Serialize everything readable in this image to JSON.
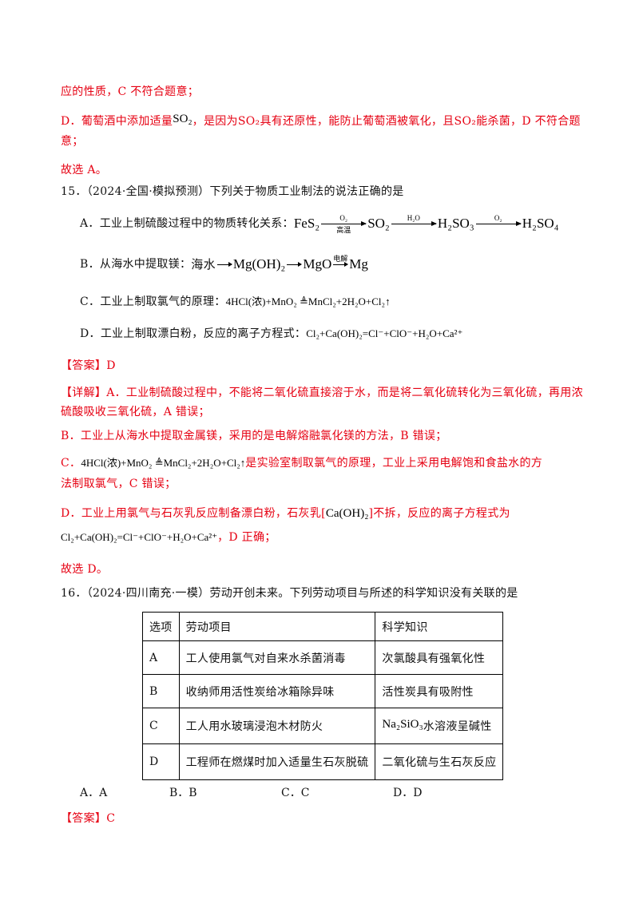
{
  "colors": {
    "answer_red": "#e60012",
    "text": "#111111",
    "border": "#000000"
  },
  "prev_explanation": {
    "line1": "应的性质，C 不符合题意；",
    "line2_a": "D．葡萄酒中添加适量",
    "line2_f1": "SO₂",
    "line2_b": "，是因为",
    "line2_f2": "SO₂",
    "line2_c": "具有还原性，能防止葡萄酒被氧化，且",
    "line2_f3": "SO₂",
    "line2_d": "能杀菌，D 不符合题",
    "line3": "意；",
    "conclusion": "故选 A。"
  },
  "q15": {
    "stem": "15．（2024·全国·模拟预测）下列关于物质工业制法的说法正确的是",
    "option_a": {
      "label": "A．工业上制硫酸过程中的物质转化关系：",
      "s1": "FeS₂",
      "a1_above": "O₂",
      "a1_below": "高温",
      "s2": "SO₂",
      "a2_above": "H₂O",
      "s3": "H₂SO₃",
      "a3_above": "O₂",
      "s4": "H₂SO₄"
    },
    "option_b": {
      "label": "B．从海水中提取镁：",
      "s1": "海水",
      "s2": "Mg(OH)₂",
      "s3": "MgO",
      "a3_above": "电解",
      "s4": "Mg"
    },
    "option_c": {
      "label": "C．工业上制取氯气的原理：",
      "eq": "4HCl(浓)+MnO₂ ≜MnCl₂+2H₂O+Cl₂↑"
    },
    "option_d": {
      "label": "D．工业上制取漂白粉，反应的离子方程式：",
      "eq": "Cl₂+Ca(OH)₂=Cl⁻+ClO⁻+H₂O+Ca²⁺"
    },
    "answer": "【答案】D",
    "explanation": {
      "e1": "【详解】A．工业制硫酸过程中，不能将二氧化硫直接溶于水，而是将二氧化硫转化为三氧化硫，再用浓",
      "e2": "硫酸吸收三氧化硫，A 错误；",
      "e3": "B．工业上从海水中提取金属镁，采用的是电解熔融氯化镁的方法，B 错误；",
      "e4_a": "C．",
      "e4_eq": "4HCl(浓)+MnO₂ ≜MnCl₂+2H₂O+Cl₂↑",
      "e4_b": "是实验室制取氯气的原理，工业上采用电解饱和食盐水的方",
      "e5": "法制取氯气，C 错误；",
      "e6_a": "D．工业上用氯气与石灰乳反应制备漂白粉，石灰乳[",
      "e6_f": "Ca(OH)₂",
      "e6_b": "]不拆，反应的离子方程式为",
      "e7_eq": "Cl₂+Ca(OH)₂=Cl⁻+ClO⁻+H₂O+Ca²⁺",
      "e7_b": "，D 正确；",
      "e8": "故选 D。"
    }
  },
  "q16": {
    "stem": "16．（2024·四川南充·一模）劳动开创未来。下列劳动项目与所述的科学知识没有关联的是",
    "table": {
      "headers": [
        "选项",
        "劳动项目",
        "科学知识"
      ],
      "rows": [
        {
          "option": "A",
          "project": "工人使用氯气对自来水杀菌消毒",
          "knowledge": "次氯酸具有强氧化性"
        },
        {
          "option": "B",
          "project": "收纳师用活性炭给冰箱除异味",
          "knowledge": "活性炭具有吸附性"
        },
        {
          "option": "C",
          "project": "工人用水玻璃浸泡木材防火",
          "knowledge_formula": "Na₂SiO₃",
          "knowledge": "水溶液呈碱性"
        },
        {
          "option": "D",
          "project": "工程师在燃煤时加入适量生石灰脱硫",
          "knowledge": "二氧化硫与生石灰反应"
        }
      ]
    },
    "choices": [
      "A．A",
      "B．B",
      "C．C",
      "D．D"
    ],
    "answer": "【答案】C"
  }
}
